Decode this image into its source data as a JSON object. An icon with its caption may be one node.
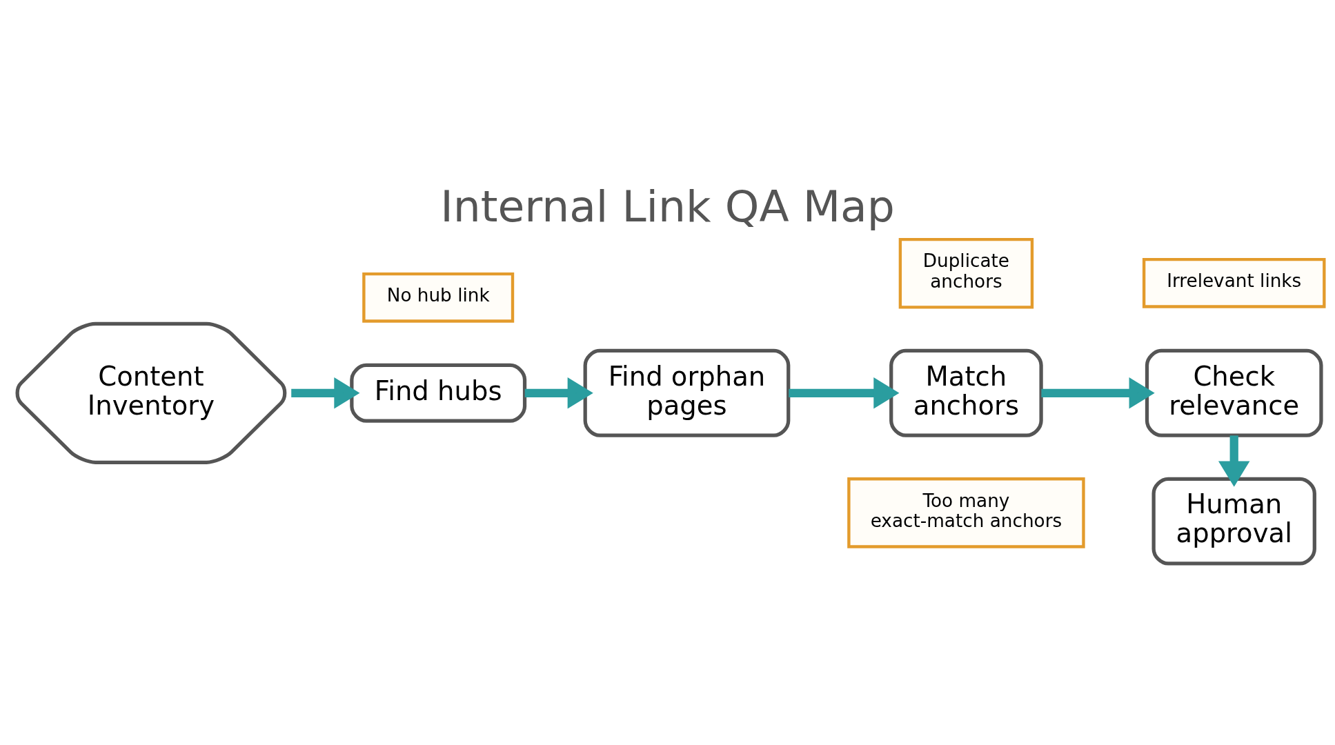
{
  "diagram": {
    "title": "Internal Link QA Map",
    "nodes": [
      {
        "text": [
          "Content Inventory"
        ]
      },
      {
        "text": [
          "Find hubs"
        ]
      },
      {
        "text": [
          "Find orphan pages"
        ]
      },
      {
        "text": [
          "Match anchors"
        ]
      },
      {
        "text": [
          "Check relevance"
        ]
      },
      {
        "text": [
          "Human approval"
        ]
      },
      {
        "text": [
          "No hub link"
        ]
      },
      {
        "text": [
          "Duplicate anchors"
        ]
      },
      {
        "text": [
          "Irrelevant links"
        ]
      },
      {
        "text": [
          "Too many exact-match anchors"
        ]
      }
    ],
    "edges": [
      {
        "from": 0,
        "to": 1,
        "arrow": "to"
      },
      {
        "from": 1,
        "to": 2,
        "arrow": "to"
      },
      {
        "from": 2,
        "to": 3,
        "arrow": "to"
      },
      {
        "from": 3,
        "to": 4,
        "arrow": "to"
      },
      {
        "from": 4,
        "to": 5,
        "arrow": "to"
      }
    ]
  }
}
